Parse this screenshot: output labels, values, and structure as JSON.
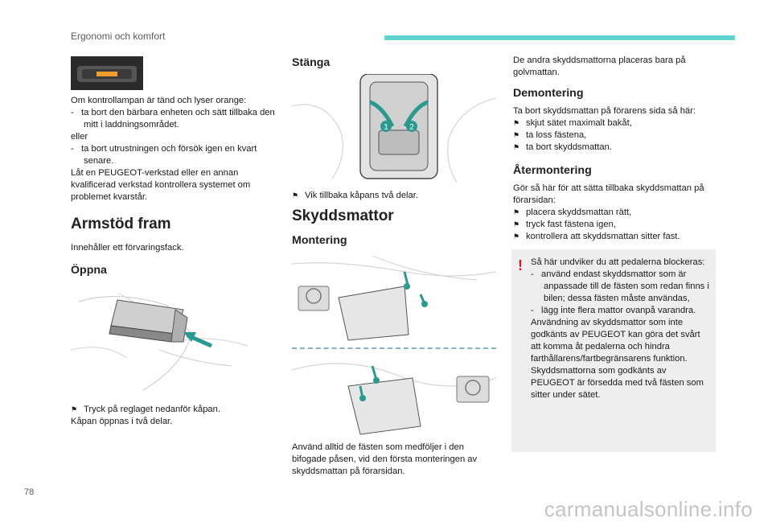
{
  "header": {
    "title": "Ergonomi och komfort"
  },
  "page_number": "78",
  "watermark": "carmanualsonline.info",
  "col1": {
    "lamp_text": "Om kontrollampan är tänd och lyser orange:",
    "dash1": "-   ta bort den bärbara enheten och sätt tillbaka den mitt i laddningsområdet.",
    "eller": "eller",
    "dash2": "-   ta bort utrustningen och försök igen en kvart senare.",
    "workshop": "Låt en PEUGEOT-verkstad eller en annan kvalificerad verkstad kontrollera systemet om problemet kvarstår.",
    "armrest_heading": "Armstöd fram",
    "armrest_desc": "Innehåller ett förvaringsfack.",
    "open_heading": "Öppna",
    "open_step": "Tryck på reglaget nedanför kåpan.",
    "open_result": "Kåpan öppnas i två delar."
  },
  "col2": {
    "close_heading": "Stänga",
    "close_step": "Vik tillbaka kåpans två delar.",
    "mats_heading": "Skyddsmattor",
    "mount_heading": "Montering",
    "mount_text": "Använd alltid de fästen som medföljer i den bifogade påsen, vid den första monteringen av skyddsmattan på förarsidan."
  },
  "col3": {
    "other_mats": "De andra skyddsmattorna placeras bara på golvmattan.",
    "remove_heading": "Demontering",
    "remove_intro": "Ta bort skyddsmattan på förarens sida så här:",
    "remove_steps": [
      "skjut sätet maximalt bakåt,",
      "ta loss fästena,",
      "ta bort skyddsmattan."
    ],
    "refit_heading": "Återmontering",
    "refit_intro": "Gör så här för att sätta tillbaka skyddsmattan på förarsidan:",
    "refit_steps": [
      "placera skyddsmattan rätt,",
      "tryck fast fästena igen,",
      "kontrollera att skyddsmattan sitter fast."
    ]
  },
  "warning": {
    "intro": "Så här undviker du att pedalerna blockeras:",
    "dash1": "-   använd endast skyddsmattor som är anpassade till de fästen som redan finns i bilen; dessa fästen måste användas,",
    "dash2": "-   lägg inte flera mattor ovanpå varandra.",
    "outro": "Användning av skyddsmattor som inte godkänts av PEUGEOT kan göra det svårt att komma åt pedalerna och hindra farthållarens/fartbegränsarens funktion. Skyddsmattorna som godkänts av PEUGEOT är försedda med två fästen som sitter under sätet."
  },
  "figures": {
    "badge1": "1",
    "badge2": "2"
  },
  "colors": {
    "accent": "#5fd3cf",
    "warning": "#e1142b",
    "arrow": "#2a9a8e"
  },
  "icons": {
    "bullet": "flag-bullet-icon",
    "warning": "exclamation-icon"
  }
}
